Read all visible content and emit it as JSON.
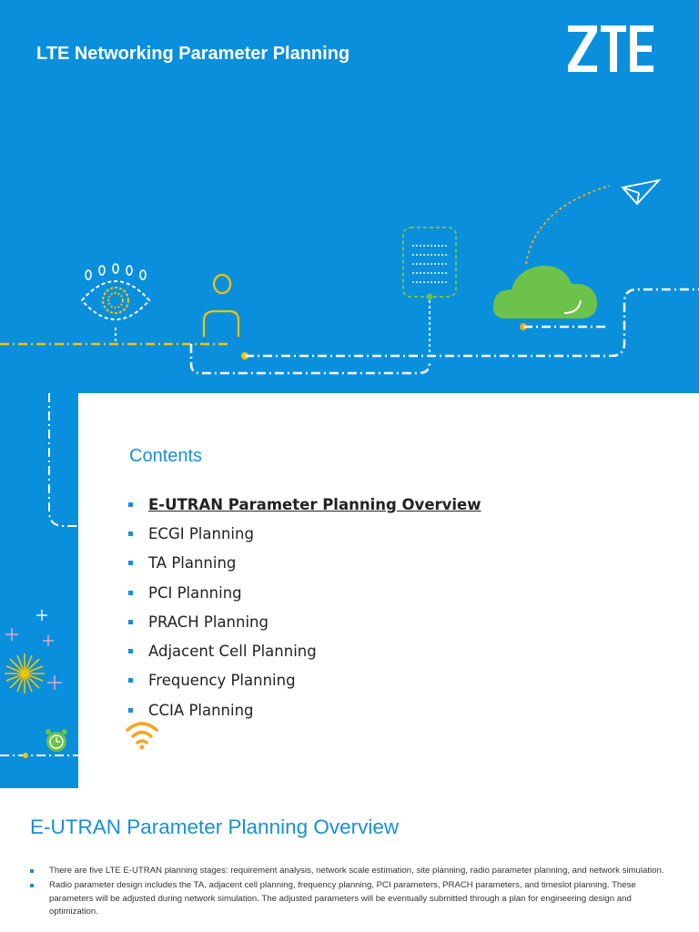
{
  "slide1": {
    "title": "LTE Networking Parameter Planning",
    "logo": "ZTE",
    "illustration_icons": [
      "eye-icon",
      "person-icon",
      "document-icon",
      "cloud-icon",
      "paper-plane-icon"
    ]
  },
  "slide2": {
    "heading": "Contents",
    "items": [
      {
        "label": "E-UTRAN Parameter Planning Overview",
        "active": true
      },
      {
        "label": "ECGI Planning",
        "active": false
      },
      {
        "label": "TA Planning",
        "active": false
      },
      {
        "label": "PCI Planning",
        "active": false
      },
      {
        "label": "PRACH Planning",
        "active": false
      },
      {
        "label": "Adjacent Cell Planning",
        "active": false
      },
      {
        "label": "Frequency Planning",
        "active": false
      },
      {
        "label": "CCIA Planning",
        "active": false
      }
    ],
    "decor_icons": [
      "starburst-icon",
      "alarm-clock-icon",
      "wifi-icon"
    ]
  },
  "slide3": {
    "heading": "E-UTRAN Parameter Planning Overview",
    "paragraphs": [
      "There are five LTE E-UTRAN planning stages: requirement analysis, network scale estimation, site planning, radio parameter planning, and network simulation.",
      "Radio parameter design includes the TA, adjacent cell planning, frequency planning, PCI parameters, PRACH parameters, and timeslot planning. These parameters will be adjusted during network simulation. The adjusted parameters will be eventually submitted through a plan for engineering design and optimization."
    ]
  },
  "colors": {
    "background_blue": "#0a8fdc",
    "heading_blue": "#1a8fd3",
    "accent_yellow": "#f5c400",
    "accent_green": "#6cc24a",
    "accent_orange": "#f5a623"
  }
}
